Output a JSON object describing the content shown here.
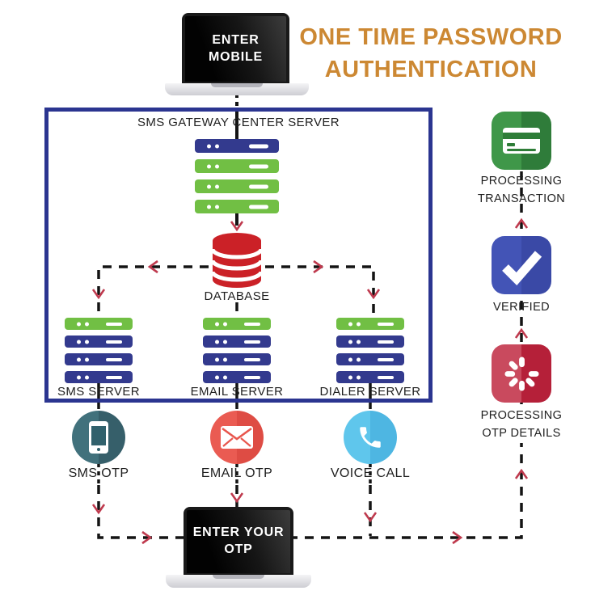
{
  "title": {
    "line1": "ONE TIME PASSWORD",
    "line2": "AUTHENTICATION",
    "color": "#cc8833"
  },
  "top_laptop": {
    "line1": "ENTER",
    "line2": "MOBILE"
  },
  "gateway_label": "SMS GATEWAY CENTER SERVER",
  "database_label": "DATABASE",
  "server_labels": [
    "SMS SERVER",
    "EMAIL SERVER",
    "DIALER SERVER"
  ],
  "channels": [
    {
      "label": "SMS OTP",
      "icon": "smartphone-icon",
      "color": "#3d6e79"
    },
    {
      "label": "EMAIL OTP",
      "icon": "envelope-icon",
      "color": "#e8564d"
    },
    {
      "label": "VOICE CALL",
      "icon": "phone-handset-icon",
      "color": "#56c0e8"
    }
  ],
  "bottom_laptop": {
    "line1": "ENTER YOUR",
    "line2": "OTP"
  },
  "status_steps": [
    {
      "line1": "PROCESSING",
      "line2": "TRANSACTION",
      "icon": "credit-card-icon",
      "color": "#37893f"
    },
    {
      "line1": "VERIFIED",
      "line2": "",
      "icon": "checkmark-icon",
      "color": "#3e4dae"
    },
    {
      "line1": "PROCESSING",
      "line2": "OTP DETAILS",
      "icon": "spinner-icon",
      "color": "#bf3049"
    }
  ],
  "palette": {
    "box_border": "#2b3590",
    "server_bar_navy": "#333a8e",
    "server_bar_green": "#71bf44",
    "database_red": "#cb2127",
    "connector_line": "#141414",
    "arrow_red": "#bf3a4e"
  }
}
